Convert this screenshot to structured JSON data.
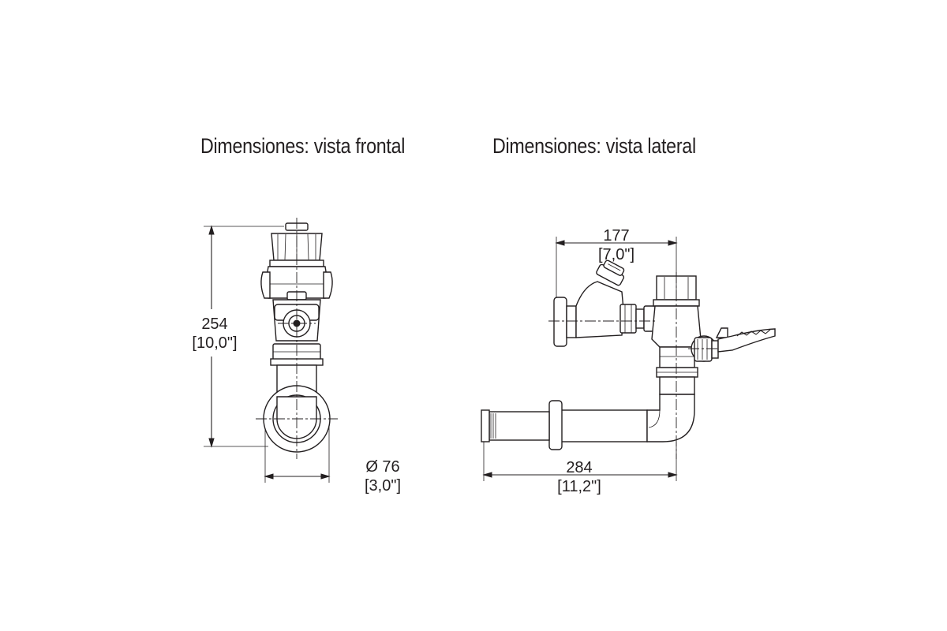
{
  "titles": {
    "front": "Dimensiones: vista frontal",
    "side": "Dimensiones: vista lateral"
  },
  "dimensions": {
    "front_height": {
      "mm": "254",
      "in": "[10,0\"]"
    },
    "front_diameter": {
      "mm": "Ø 76",
      "in": "[3,0\"]"
    },
    "side_top_width": {
      "mm": "177",
      "in": "[7,0\"]"
    },
    "side_total_width": {
      "mm": "284",
      "in": "[11,2\"]"
    }
  },
  "colors": {
    "ink": "#231f20",
    "background": "#ffffff"
  }
}
